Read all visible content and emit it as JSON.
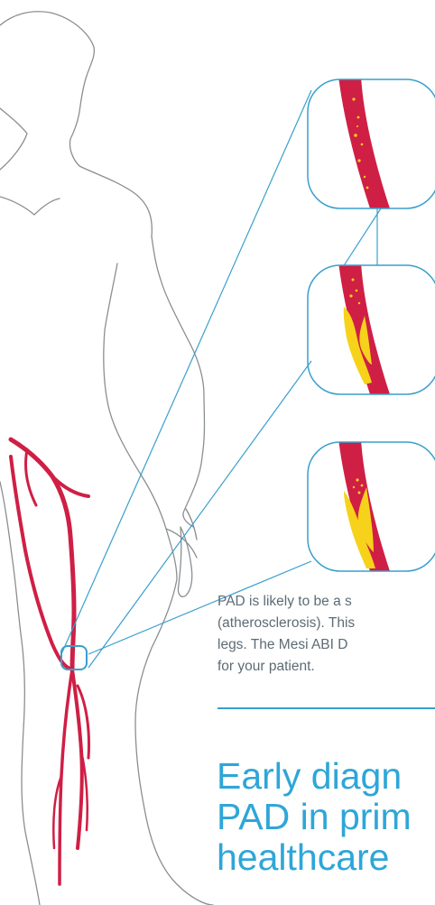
{
  "paragraph": {
    "lines": [
      "PAD is likely to be a s",
      "(atherosclerosis). This",
      "legs. The Mesi ABI D",
      "for your patient."
    ]
  },
  "heading": {
    "lines": [
      "Early diagn",
      "PAD in prim",
      "healthcare"
    ]
  },
  "colors": {
    "outline": "#8a8f92",
    "artery": "#cf1f45",
    "plaque": "#f6d21a",
    "callout": "#3a9fcd",
    "heading": "#2ea7d8",
    "body_text": "#5d6b74"
  }
}
